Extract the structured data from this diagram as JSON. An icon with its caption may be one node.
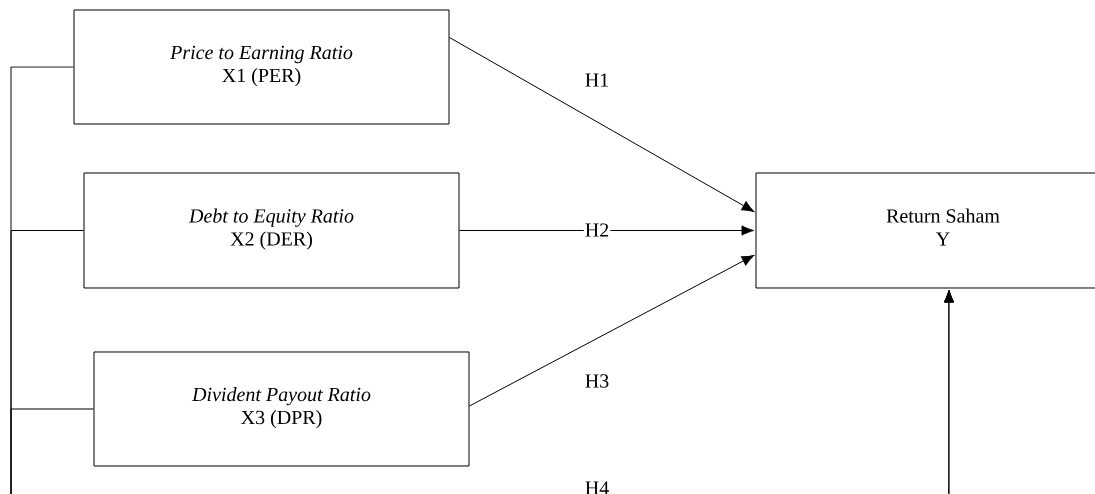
{
  "diagram": {
    "nodes": [
      {
        "text": [
          "Price to Earning Ratio",
          "X1 (PER)"
        ]
      },
      {
        "text": [
          "Debt to Equity Ratio",
          "X2 (DER)"
        ]
      },
      {
        "text": [
          "Divident Payout Ratio",
          "X3 (DPR)"
        ]
      },
      {
        "text": [
          "Return Saham",
          "Y"
        ]
      }
    ],
    "edges": [
      {
        "from": 0,
        "to": 3,
        "arrow": "to",
        "label": "H1"
      },
      {
        "from": 1,
        "to": 3,
        "arrow": "to",
        "label": "H2"
      },
      {
        "from": 2,
        "to": 3,
        "arrow": "to",
        "label": "H3"
      },
      {
        "from": 0,
        "to": 3,
        "arrow": "to",
        "label": "H4"
      },
      {
        "from": 1,
        "to": 3,
        "arrow": "to"
      },
      {
        "from": 2,
        "to": 3,
        "arrow": "to"
      }
    ]
  }
}
